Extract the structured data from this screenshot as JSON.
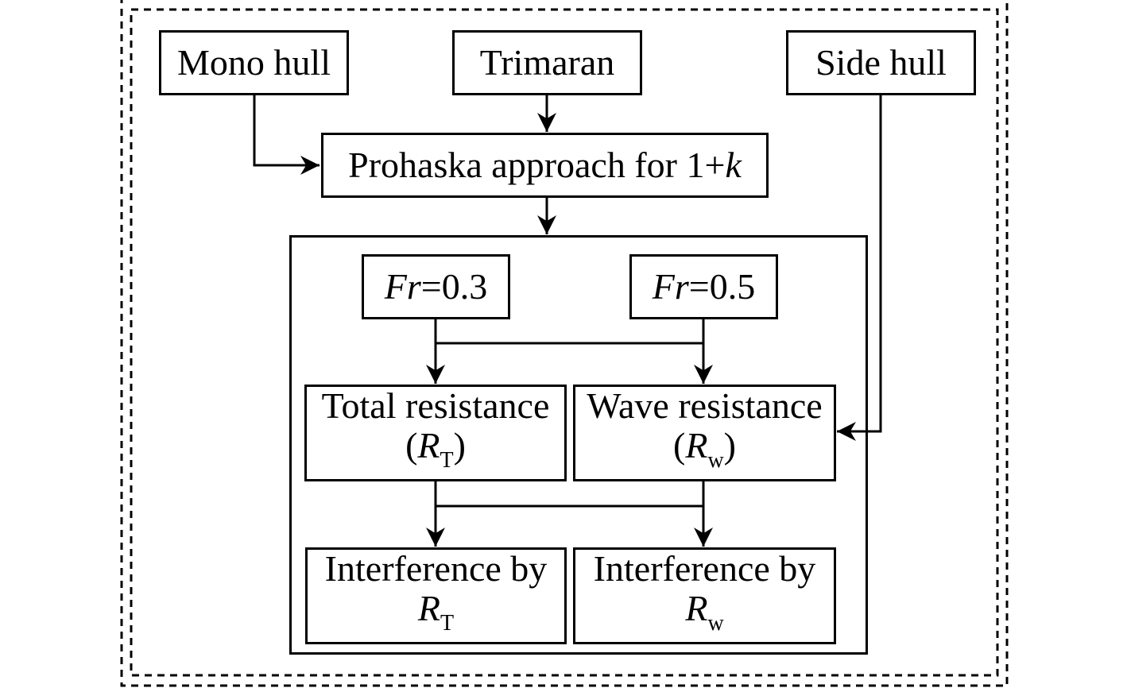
{
  "nodes": {
    "mono_hull": "Mono hull",
    "trimaran": "Trimaran",
    "side_hull": "Side hull",
    "prohaska": {
      "text": "Prohaska approach for 1+",
      "var": "k"
    },
    "fr_low": {
      "var": "Fr",
      "value": "=0.3"
    },
    "fr_high": {
      "var": "Fr",
      "value": "=0.5"
    },
    "total_resistance": {
      "line1": "Total resistance",
      "open": "(",
      "var": "R",
      "sub": "T",
      "close": ")"
    },
    "wave_resistance": {
      "line1": "Wave resistance",
      "open": "(",
      "var": "R",
      "sub": "w",
      "close": ")"
    },
    "interference_rt": {
      "line1": "Interference by",
      "var": "R",
      "sub": "T"
    },
    "interference_rw": {
      "line1": "Interference by",
      "var": "R",
      "sub": "w"
    }
  },
  "edges": [
    {
      "from": "mono_hull",
      "to": "prohaska"
    },
    {
      "from": "trimaran",
      "to": "prohaska"
    },
    {
      "from": "prohaska",
      "to": "fr_group"
    },
    {
      "from": "side_hull",
      "to": "wave_resistance"
    },
    {
      "from": "fr_low",
      "to": "total_resistance"
    },
    {
      "from": "fr_low",
      "to": "wave_resistance"
    },
    {
      "from": "fr_high",
      "to": "total_resistance"
    },
    {
      "from": "fr_high",
      "to": "wave_resistance"
    },
    {
      "from": "total_resistance",
      "to": "interference_rt"
    },
    {
      "from": "total_resistance",
      "to": "interference_rw"
    },
    {
      "from": "wave_resistance",
      "to": "interference_rt"
    },
    {
      "from": "wave_resistance",
      "to": "interference_rw"
    }
  ]
}
